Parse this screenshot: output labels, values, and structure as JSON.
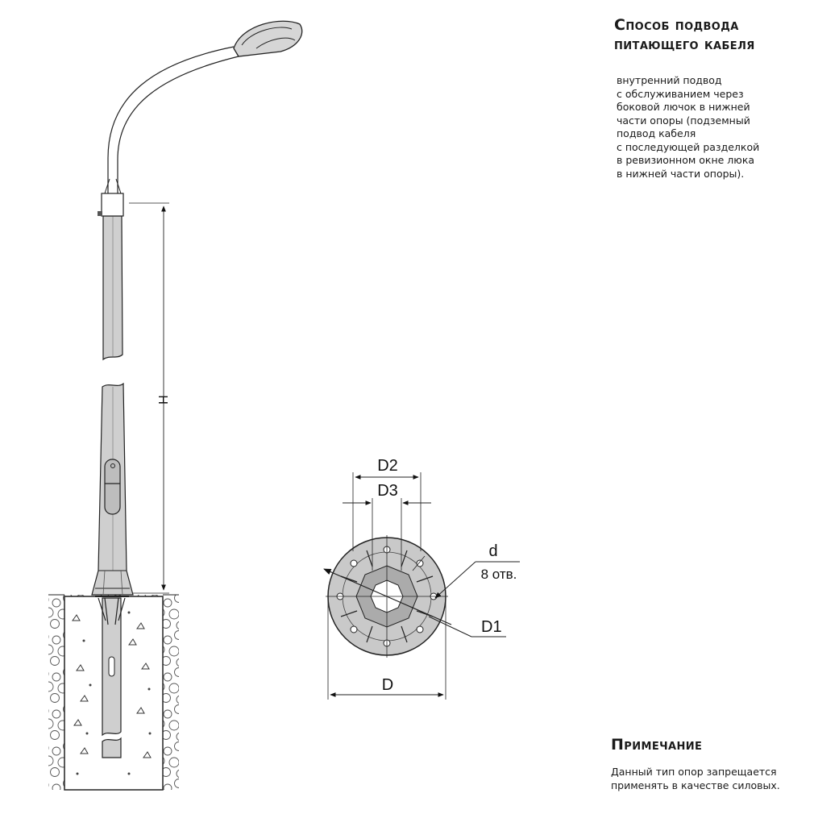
{
  "cable_section": {
    "title_line1": "Способ подвода",
    "title_line2": "питающего кабеля",
    "body": "внутренний подвод\nс обслуживанием через\nбоковой лючок в нижней\nчасти опоры (подземный\nподвод кабеля\nс последующей разделкой\nв ревизионном окне люка\nв нижней части опоры)."
  },
  "note_section": {
    "title": "Примечание",
    "body": "Данный тип опор запрещается\nприменять в качестве силовых."
  },
  "dimensions": {
    "height": "H",
    "outer_diameter": "D",
    "bolt_circle": "D1",
    "d2": "D2",
    "d3": "D3",
    "hole_diameter": "d",
    "hole_count": "8 отв."
  },
  "colors": {
    "pole_fill": "#cfcfcf",
    "flange_fill": "#bdbdbd",
    "line": "#222222"
  }
}
